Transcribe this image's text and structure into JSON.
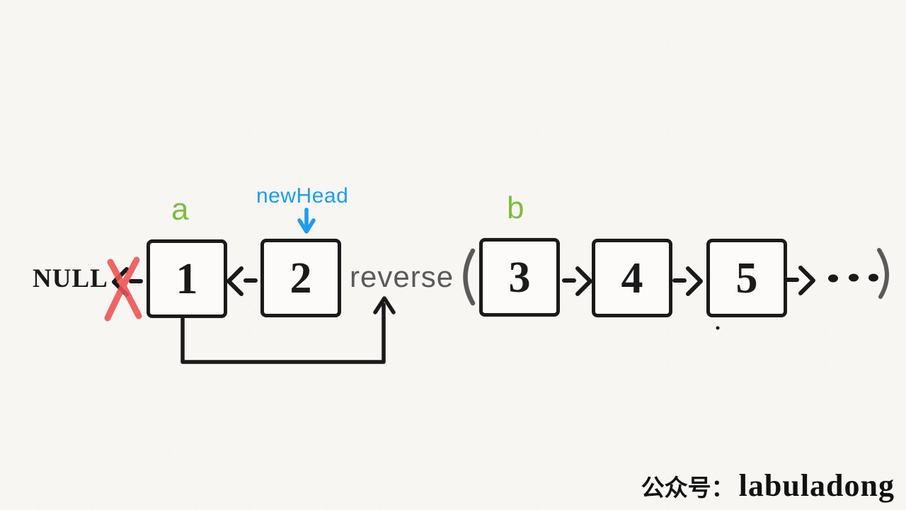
{
  "colors": {
    "background": "#f7f6f3",
    "ink": "#1a1a1a",
    "blue": "#1f9ceb",
    "green": "#7cbd3f",
    "red": "#f05152",
    "gray": "#5a5a5a"
  },
  "diagram": {
    "pointer_label": "newHead",
    "segment_a_label": "a",
    "segment_b_label": "b",
    "null_label": "NULL",
    "function_label": "reverse",
    "paren_open": "(",
    "paren_close": ")",
    "ellipsis": "...",
    "arrows": {
      "left": "<-",
      "right": "->"
    },
    "reversed_nodes": [
      {
        "value": "1"
      },
      {
        "value": "2"
      }
    ],
    "inner_nodes": [
      {
        "value": "3"
      },
      {
        "value": "4"
      },
      {
        "value": "5"
      }
    ]
  },
  "watermark": {
    "prefix": "公众号：",
    "name": "labuladong"
  }
}
